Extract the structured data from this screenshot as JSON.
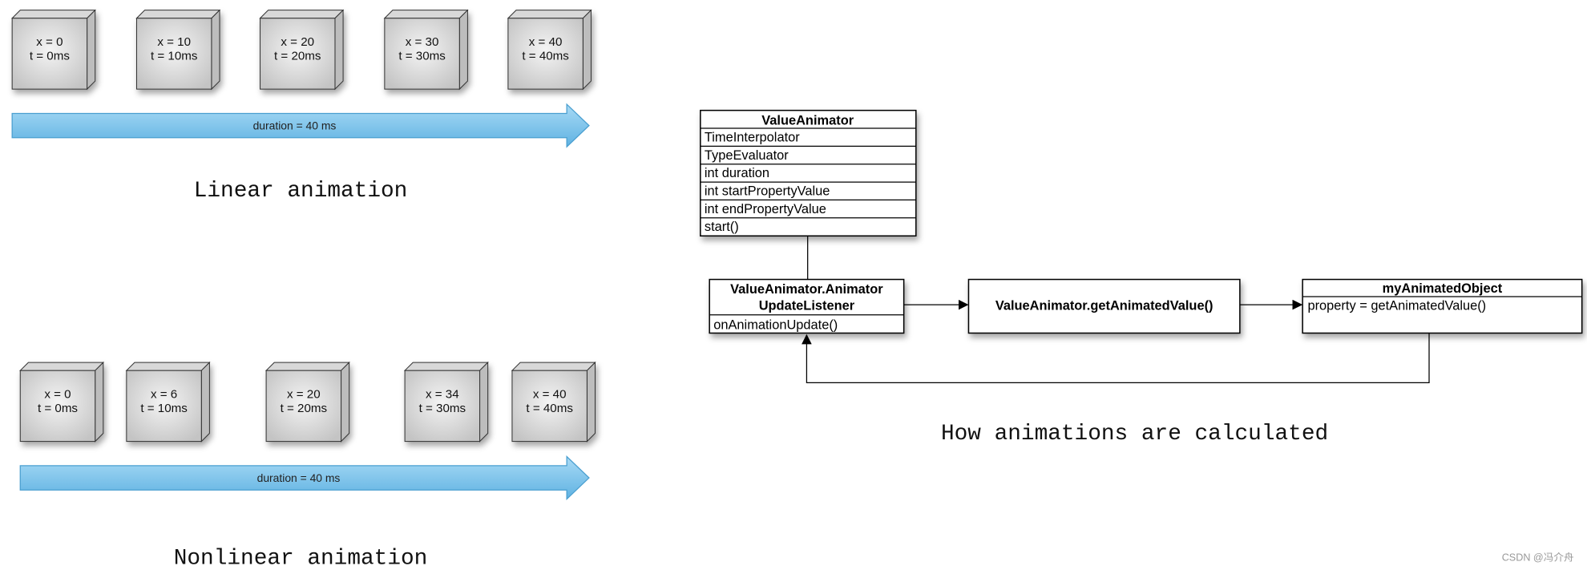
{
  "linear": {
    "frames": [
      {
        "x": "x = 0",
        "t": "t = 0ms"
      },
      {
        "x": "x = 10",
        "t": "t = 10ms"
      },
      {
        "x": "x = 20",
        "t": "t = 20ms"
      },
      {
        "x": "x = 30",
        "t": "t = 30ms"
      },
      {
        "x": "x = 40",
        "t": "t = 40ms"
      }
    ],
    "duration_label": "duration = 40 ms",
    "caption": "Linear animation"
  },
  "nonlinear": {
    "frames": [
      {
        "x": "x = 0",
        "t": "t = 0ms"
      },
      {
        "x": "x = 6",
        "t": "t = 10ms"
      },
      {
        "x": "x = 20",
        "t": "t = 20ms"
      },
      {
        "x": "x = 34",
        "t": "t = 30ms"
      },
      {
        "x": "x = 40",
        "t": "t = 40ms"
      }
    ],
    "duration_label": "duration = 40 ms",
    "caption": "Nonlinear animation"
  },
  "uml": {
    "value_animator": {
      "title": "ValueAnimator",
      "rows": [
        "TimeInterpolator",
        "TypeEvaluator",
        "int duration",
        "int startPropertyValue",
        "int endPropertyValue",
        "start()"
      ]
    },
    "listener": {
      "title_line1": "ValueAnimator.Animator",
      "title_line2": "UpdateListener",
      "method": "onAnimationUpdate()"
    },
    "get_value": {
      "title": "ValueAnimator.getAnimatedValue()"
    },
    "animated_object": {
      "title": "myAnimatedObject",
      "row": "property = getAnimatedValue()"
    },
    "caption": "How animations are calculated"
  },
  "watermark": "CSDN @冯介舟",
  "colors": {
    "arrow_fill": "#7cc4ea",
    "arrow_stroke": "#4a9fd0",
    "box_face": "#e6e6e6"
  }
}
